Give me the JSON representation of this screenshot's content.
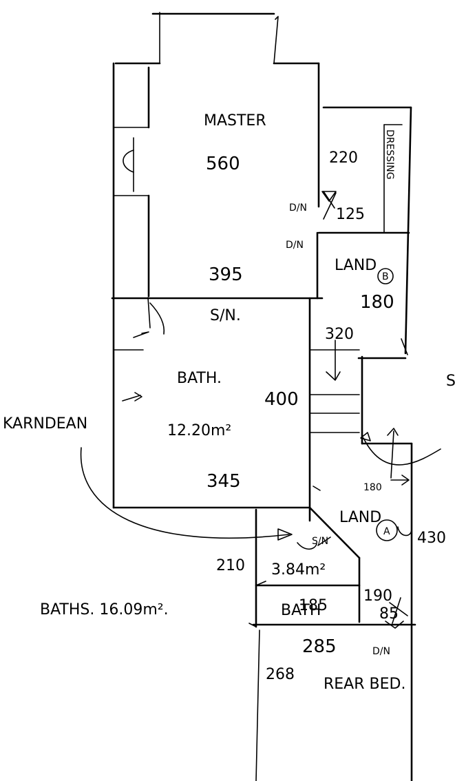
{
  "rooms": {
    "master": {
      "name": "MASTER",
      "area": "560",
      "width": "395"
    },
    "dressing": {
      "name": "DRESSING",
      "depth": "220",
      "width": "125"
    },
    "landing_b": {
      "name": "LAND",
      "marker": "B",
      "width": "180"
    },
    "bath_main": {
      "name": "BATH.",
      "area": "12.20m²",
      "depth": "400",
      "width": "345"
    },
    "landing_a": {
      "name": "LAND",
      "marker": "A",
      "depth": "430",
      "width": "180"
    },
    "bath_small": {
      "name": "BATH",
      "area": "3.84m²",
      "depth": "210",
      "width": "185",
      "side": "190",
      "step": "85"
    },
    "rear_bed": {
      "name": "REAR BED.",
      "width": "285",
      "depth": "268"
    }
  },
  "notes": {
    "master_door": "D/N",
    "master_door2": "D/N",
    "bath_door": "S/N.",
    "stairs_width": "320",
    "small_bath_door": "S/N",
    "rear_door": "D/N",
    "flooring": "KARNDEAN",
    "baths_total": "BATHS. 16.09m².",
    "edge_label": "S"
  }
}
